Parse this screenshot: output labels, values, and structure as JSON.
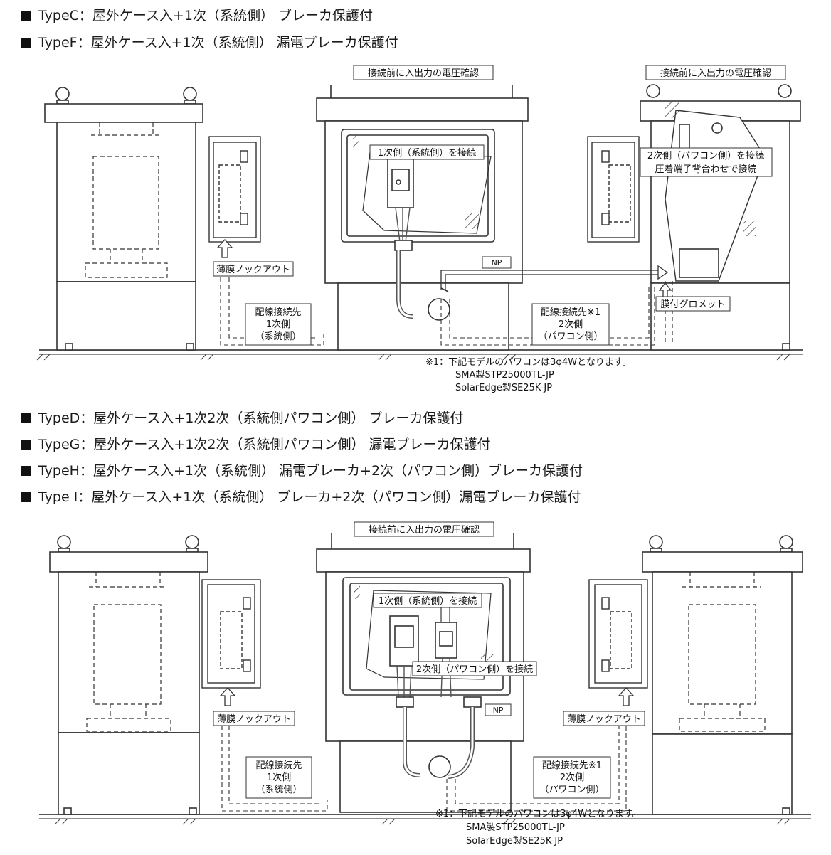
{
  "top": {
    "headings": [
      "TypeC：屋外ケース入+1次（系統側） ブレーカ保護付",
      "TypeF：屋外ケース入+1次（系統側） 漏電ブレーカ保護付"
    ],
    "check_label_center": "接続前に入出力の電圧確認",
    "check_label_right": "接続前に入出力の電圧確認",
    "primary_connect": "1次側（系統側）を接続",
    "secondary_connect_1": "2次側（パワコン側）を接続",
    "secondary_connect_2": "圧着端子背合わせで接続",
    "np": "NP",
    "knockout": "薄膜ノックアウト",
    "grommet": "膜付グロメット",
    "wiring_primary": [
      "配線接続先",
      "1次側",
      "（系統側）"
    ],
    "wiring_secondary": [
      "配線接続先※1",
      "2次側",
      "（パワコン側）"
    ],
    "footnote": [
      "※1：下記モデルのパワコンは3φ4Wとなります。",
      "SMA製STP25000TL-JP",
      "SolarEdge製SE25K-JP"
    ]
  },
  "bottom": {
    "headings": [
      "TypeD：屋外ケース入+1次2次（系統側パワコン側） ブレーカ保護付",
      "TypeG：屋外ケース入+1次2次（系統側パワコン側） 漏電ブレーカ保護付",
      "TypeH：屋外ケース入+1次（系統側） 漏電ブレーカ+2次（パワコン側）ブレーカ保護付",
      "Type I：屋外ケース入+1次（系統側） ブレーカ+2次（パワコン側）漏電ブレーカ保護付"
    ],
    "check_label": "接続前に入出力の電圧確認",
    "primary_connect": "1次側（系統側）を接続",
    "secondary_connect": "2次側（パワコン側）を接続",
    "np": "NP",
    "knockout_left": "薄膜ノックアウト",
    "knockout_right": "薄膜ノックアウト",
    "wiring_primary": [
      "配線接続先",
      "1次側",
      "（系統側）"
    ],
    "wiring_secondary": [
      "配線接続先※1",
      "2次側",
      "（パワコン側）"
    ],
    "footnote": [
      "※1：下記モデルのパワコンは3φ4Wとなります。",
      "SMA製STP25000TL-JP",
      "SolarEdge製SE25K-JP"
    ]
  }
}
